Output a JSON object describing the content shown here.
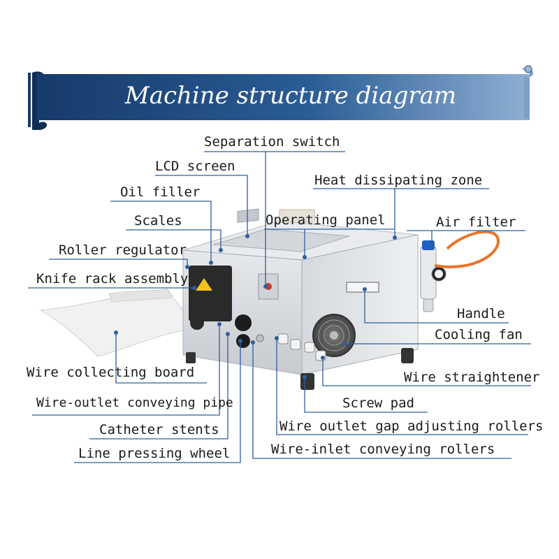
{
  "title": "Machine structure diagram",
  "colors": {
    "banner": "#1f4e86",
    "banner_light": "#6f93bd",
    "leader": "#2f5f9a",
    "machine": "#d9dce0",
    "tube": "#e8742a"
  },
  "labels": {
    "separation_switch": "Separation switch",
    "lcd_screen": "LCD screen",
    "oil_filler": "Oil filler",
    "scales": "Scales",
    "roller_regulator": "Roller regulator",
    "knife_rack_assembly": "Knife rack assembly",
    "heat_dissipating_zone": "Heat dissipating zone",
    "operating_panel": "Operating panel",
    "air_filter": "Air filter",
    "handle": "Handle",
    "cooling_fan": "Cooling fan",
    "wire_straightener": "Wire straightener",
    "screw_pad": "Screw pad",
    "wire_outlet_gap_adjusting_rollers": "Wire outlet gap adjusting rollers",
    "wire_inlet_conveying_rollers": "Wire-inlet conveying rollers",
    "wire_collecting_board": "Wire collecting board",
    "wire_outlet_conveying_pipe": "Wire-outlet conveying pipe",
    "catheter_stents": "Catheter stents",
    "line_pressing_wheel": "Line pressing wheel"
  }
}
